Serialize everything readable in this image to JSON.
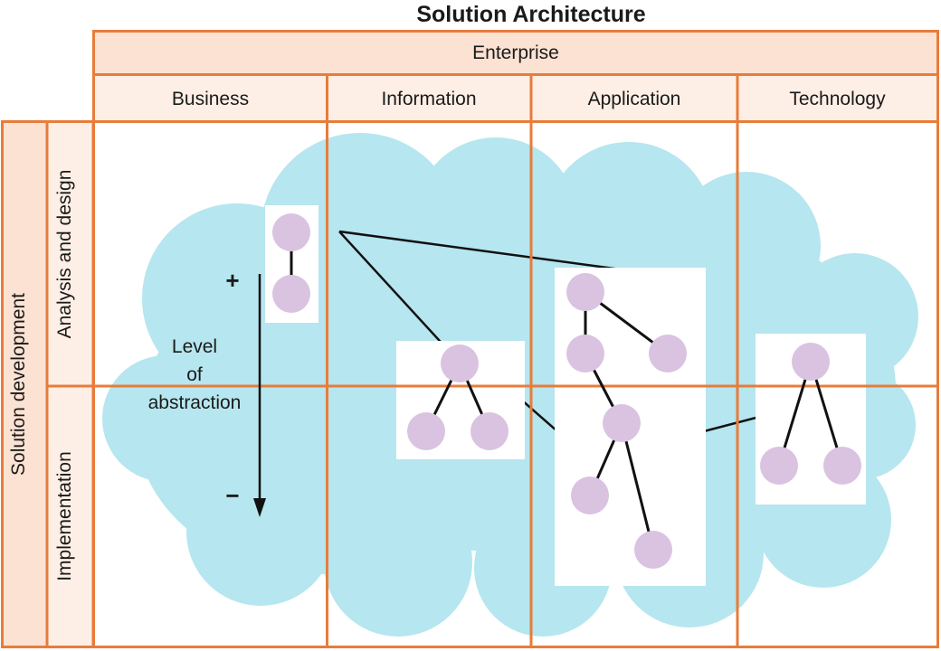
{
  "title": "Solution Architecture",
  "grid": {
    "enterprise_label": "Enterprise",
    "columns": [
      "Business",
      "Information",
      "Application",
      "Technology"
    ],
    "row_group_label": "Solution development",
    "rows": [
      "Analysis and design",
      "Implementation"
    ]
  },
  "abstraction_axis": {
    "label_lines": [
      "Level",
      "of",
      "abstraction"
    ],
    "plus": "+",
    "minus": "−"
  },
  "colors": {
    "border_orange": "#e87c3a",
    "header_fill_dark": "#fbe2d3",
    "header_fill_light": "#fdefe6",
    "cloud_cyan": "#b6e6ef",
    "node_purple": "#d9c3e1",
    "line_black": "#111111",
    "text_dark": "#1a1a1a"
  }
}
